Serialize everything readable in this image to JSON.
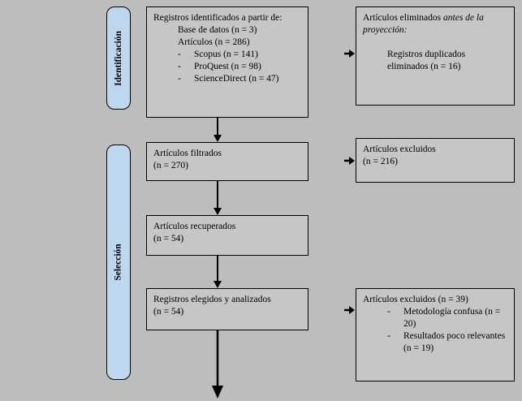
{
  "colors": {
    "background": "#bdbdbd",
    "box_fill": "#c6c6c6",
    "stage_fill": "#bdd7ee",
    "line": "#000000"
  },
  "marker": "-",
  "stages": {
    "identification": {
      "label": "Identificación"
    },
    "selection": {
      "label": "Selección"
    }
  },
  "boxes": {
    "identified": {
      "intro": "Registros identificados a partir de:",
      "items": [
        "Base de datos (n = 3)",
        "Artículos (n = 286)"
      ],
      "sources": [
        "Scopus (n = 141)",
        "ProQuest (n = 98)",
        "ScienceDirect (n = 47)"
      ]
    },
    "eliminated": {
      "title_normal": "Artículos eliminados ",
      "title_italic": "antes de la proyección:",
      "detail": "Registros duplicados eliminados (n = 16)"
    },
    "filtered": {
      "line1": "Artículos filtrados",
      "line2": "(n = 270)"
    },
    "excluded_screening": {
      "line1": "Artículos excluidos",
      "line2": "(n = 216)"
    },
    "retrieved": {
      "line1": "Artículos recuperados",
      "line2": "(n = 54)"
    },
    "analyzed": {
      "line1": "Registros elegidos y analizados",
      "line2": "(n = 54)"
    },
    "excluded_final": {
      "title": "Artículos excluidos (n = 39)",
      "reasons": [
        "Metodología confusa (n = 20)",
        "Resultados poco relevantes (n = 19)"
      ]
    }
  }
}
